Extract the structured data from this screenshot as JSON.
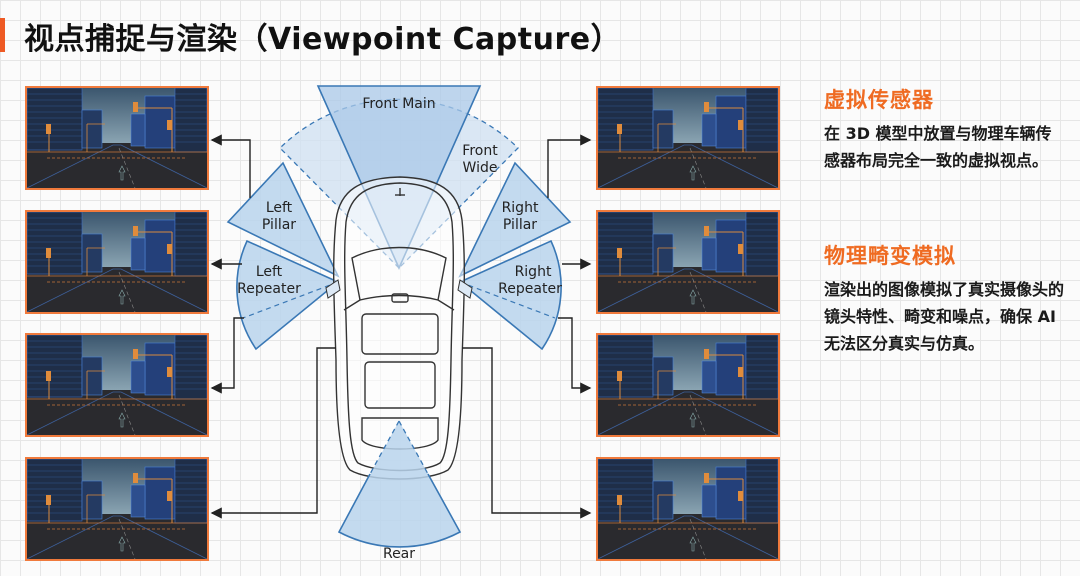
{
  "title": "视点捕捉与渲染（Viewpoint Capture）",
  "colors": {
    "accent": "#ee5a24",
    "heading": "#ef6b22",
    "fov_fill": "#b9d3ec",
    "fov_stroke": "#3a78b5",
    "thumb_border": "#f07a3c"
  },
  "cameras": {
    "front_main": "Front Main",
    "front_wide_line1": "Front",
    "front_wide_line2": "Wide",
    "left_pillar_line1": "Left",
    "left_pillar_line2": "Pillar",
    "right_pillar_line1": "Right",
    "right_pillar_line2": "Pillar",
    "left_repeater_line1": "Left",
    "left_repeater_line2": "Repeater",
    "right_repeater_line1": "Right",
    "right_repeater_line2": "Repeater",
    "rear": "Rear"
  },
  "thumbnails": {
    "left": [
      "left-pillar-view",
      "left-repeater-view",
      "left-repeater-rear-view",
      "rear-left-view"
    ],
    "right": [
      "right-pillar-view",
      "right-repeater-view",
      "right-repeater-rear-view",
      "rear-right-view"
    ]
  },
  "side_panel": {
    "section1": {
      "heading": "虚拟传感器",
      "body": "在 3D 模型中放置与物理车辆传感器布局完全一致的虚拟视点。"
    },
    "section2": {
      "heading": "物理畸变模拟",
      "body": "渲染出的图像模拟了真实摄像头的镜头特性、畸变和噪点，确保 AI 无法区分真实与仿真。"
    }
  }
}
